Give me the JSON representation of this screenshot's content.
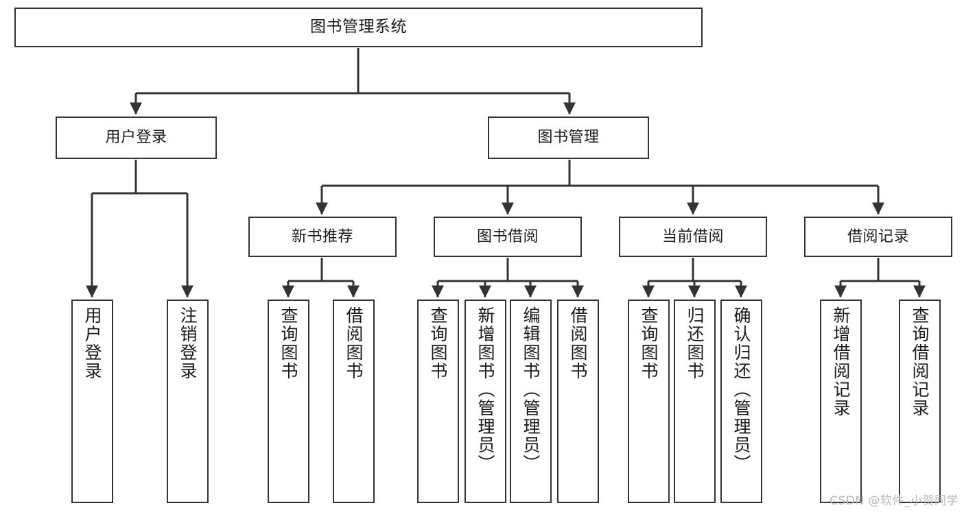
{
  "diagram": {
    "title": "图书管理系统",
    "watermark": "CSDN @软件_小贺同学",
    "colors": {
      "box_border": "#333333",
      "box_fill": "#ffffff",
      "edge": "#333333",
      "text": "#1b1b1b",
      "watermark": "#b9b9b9"
    },
    "nodes": {
      "root": {
        "label": "图书管理系统"
      },
      "level2": [
        {
          "id": "user-login",
          "label": "用户登录"
        },
        {
          "id": "book-manage",
          "label": "图书管理"
        }
      ],
      "level3": [
        {
          "id": "new-book-recommend",
          "label": "新书推荐"
        },
        {
          "id": "book-borrow",
          "label": "图书借阅"
        },
        {
          "id": "current-borrow",
          "label": "当前借阅"
        },
        {
          "id": "borrow-record",
          "label": "借阅记录"
        }
      ],
      "leaves": {
        "user-login": [
          {
            "id": "leaf-user-login",
            "label": "用户登录"
          },
          {
            "id": "leaf-user-logout",
            "label": "注销登录"
          }
        ],
        "new-book-recommend": [
          {
            "id": "leaf-query-book-1",
            "label": "查询图书"
          },
          {
            "id": "leaf-borrow-book-1",
            "label": "借阅图书"
          }
        ],
        "book-borrow": [
          {
            "id": "leaf-query-book-2",
            "label": "查询图书"
          },
          {
            "id": "leaf-add-book",
            "label": "新增图书（管理员）"
          },
          {
            "id": "leaf-edit-book",
            "label": "编辑图书（管理员）"
          },
          {
            "id": "leaf-borrow-book-2",
            "label": "借阅图书"
          }
        ],
        "current-borrow": [
          {
            "id": "leaf-query-book-3",
            "label": "查询图书"
          },
          {
            "id": "leaf-return-book",
            "label": "归还图书"
          },
          {
            "id": "leaf-confirm-return",
            "label": "确认归还（管理员）"
          }
        ],
        "borrow-record": [
          {
            "id": "leaf-add-record",
            "label": "新增借阅记录"
          },
          {
            "id": "leaf-query-record",
            "label": "查询借阅记录"
          }
        ]
      }
    }
  }
}
